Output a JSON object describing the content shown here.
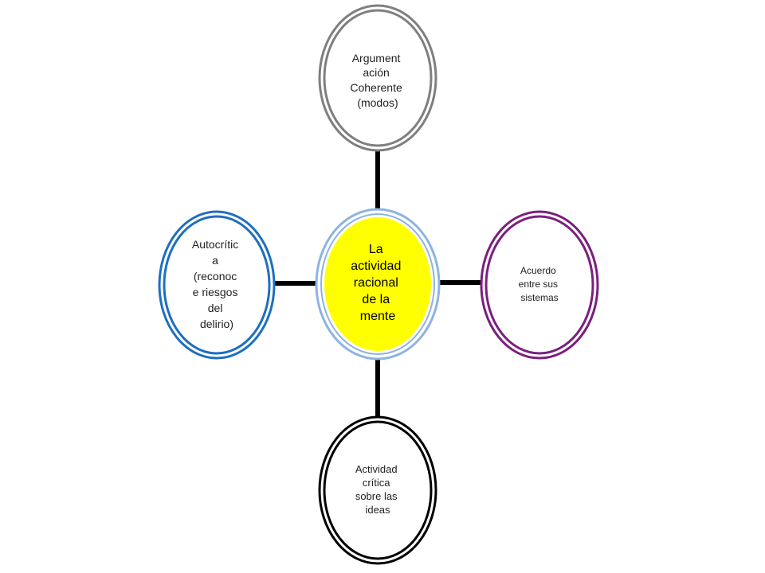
{
  "diagram": {
    "center": {
      "lines": [
        "La",
        "actividad",
        "racional",
        "de la",
        "mente"
      ],
      "fill_color": "#ffff00",
      "ring_color": "#8db4e2"
    },
    "nodes": {
      "top": {
        "lines": [
          "Argument",
          "ación",
          "Coherente",
          "(modos)"
        ],
        "color": "#7f7f7f"
      },
      "right": {
        "lines": [
          "Acuerdo",
          "entre sus",
          "sistemas"
        ],
        "color": "#7b1f7f"
      },
      "bottom": {
        "lines": [
          "Actividad",
          "crítica",
          "sobre las",
          "ideas"
        ],
        "color": "#000000"
      },
      "left": {
        "lines": [
          "Autocrític",
          "a",
          "(reconoc",
          "e riesgos",
          "del",
          "delirio)"
        ],
        "color": "#1f6fbf"
      }
    },
    "connector_color": "#000000"
  }
}
